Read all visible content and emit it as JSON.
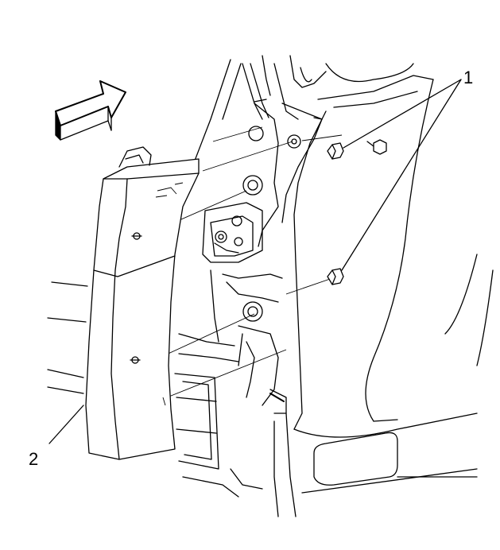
{
  "callouts": [
    {
      "id": "callout-1",
      "text": "1"
    },
    {
      "id": "callout-2",
      "text": "2"
    }
  ],
  "parts": {
    "fastener_count": 4,
    "panel_fastener_count": 2
  },
  "colors": {
    "line": "#000000",
    "background": "#ffffff",
    "arrow_fill": "#ffffff"
  },
  "icons": {
    "direction_arrow": "forward-arrow-icon"
  }
}
